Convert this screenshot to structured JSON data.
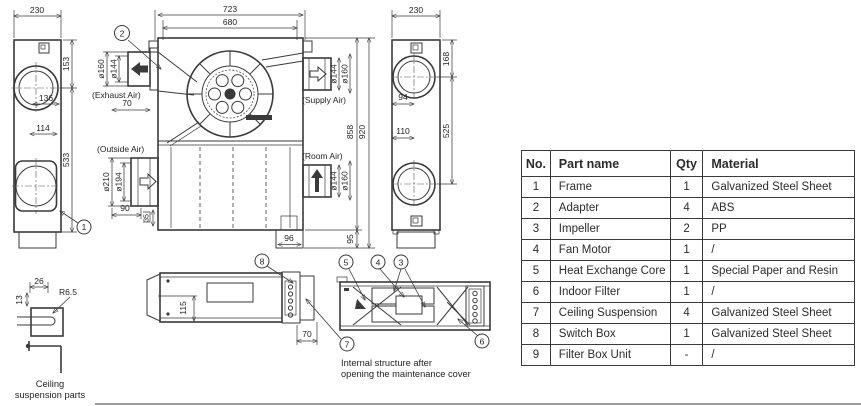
{
  "colors": {
    "line": "#3a3a3a",
    "text": "#242424",
    "background": "#ffffff"
  },
  "drawing": {
    "left_view": {
      "width": "230",
      "top_to_port": "153",
      "port_offset": "136",
      "height": "533",
      "lower_port_offset": "114",
      "callout_frame": "1"
    },
    "plan_view": {
      "overall_length": "723",
      "mounting_pitch": "680",
      "callout_adapter": "2",
      "exhaust_label": "(Exhaust Air)",
      "exhaust_outer_dia": "ø160",
      "exhaust_inner_dia": "ø144",
      "exhaust_offset": "70",
      "outside_label": "(Outside Air)",
      "outside_outer_dia": "ø210",
      "outside_inner_dia": "ø194",
      "outside_offset": "90",
      "side_offset": "35",
      "supply_label": "(Supply Air)",
      "supply_inner_dia": "ø144",
      "supply_outer_dia": "ø160",
      "room_label": "(Room Air)",
      "room_inner_dia": "ø144",
      "room_outer_dia": "ø160",
      "body_height": "858",
      "overall_height": "920",
      "tab_width": "96",
      "tab_height": "95"
    },
    "right_view": {
      "width": "230",
      "top_to_port": "168",
      "port_offset": "94",
      "lower_port_offset": "110",
      "port_pitch": "525"
    },
    "suspension_detail": {
      "width": "26",
      "slot_offset": "13",
      "slot_radius": "R6.5",
      "caption_line1": "Ceiling",
      "caption_line2": "suspension parts"
    },
    "side_view": {
      "height": "115",
      "end_offset": "70",
      "callout_switch_box": "8",
      "callout_ceiling_suspension": "7"
    },
    "internal_view": {
      "callout_heat_exchange_core": "5",
      "callout_fan_motor": "4",
      "callout_impeller": "3",
      "callout_indoor_filter": "6",
      "caption_line1": "Internal structure after",
      "caption_line2": "opening the maintenance cover"
    }
  },
  "parts_table": {
    "headers": [
      "No.",
      "Part name",
      "Qty",
      "Material"
    ],
    "rows": [
      [
        "1",
        "Frame",
        "1",
        "Galvanized Steel Sheet"
      ],
      [
        "2",
        "Adapter",
        "4",
        "ABS"
      ],
      [
        "3",
        "Impeller",
        "2",
        "PP"
      ],
      [
        "4",
        "Fan Motor",
        "1",
        "/"
      ],
      [
        "5",
        "Heat Exchange Core",
        "1",
        "Special Paper and Resin"
      ],
      [
        "6",
        "Indoor Filter",
        "1",
        "/"
      ],
      [
        "7",
        "Ceiling Suspension",
        "4",
        "Galvanized Steel Sheet"
      ],
      [
        "8",
        "Switch Box",
        "1",
        "Galvanized Steel Sheet"
      ],
      [
        "9",
        "Filter Box Unit",
        "-",
        "/"
      ]
    ]
  }
}
